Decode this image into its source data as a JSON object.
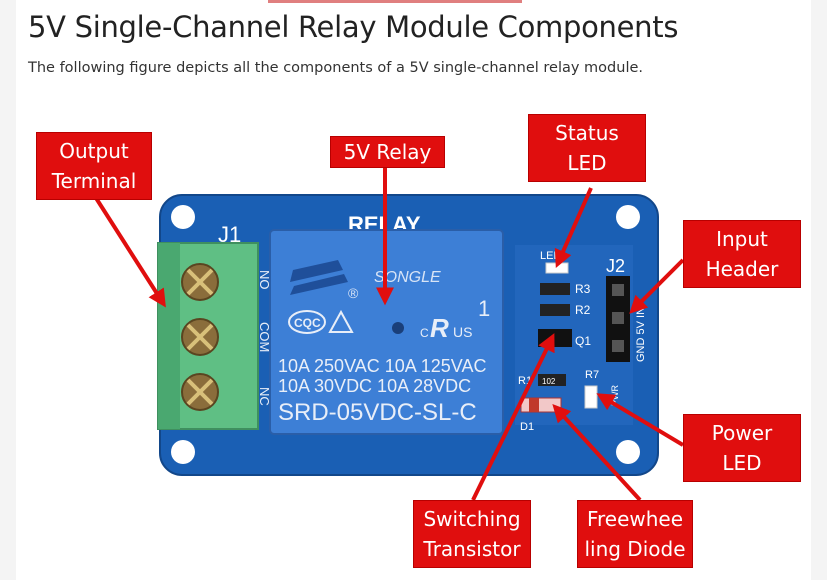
{
  "page": {
    "title": "5V Single-Channel Relay Module Components",
    "intro": "The following figure depicts all the components of a 5V single-channel relay module."
  },
  "figure": {
    "labels": {
      "output_terminal": [
        "Output",
        "Terminal"
      ],
      "relay": [
        "5V Relay"
      ],
      "status_led": [
        "Status",
        "LED"
      ],
      "input_header": [
        "Input",
        "Header"
      ],
      "power_led": [
        "Power",
        "LED"
      ],
      "switching_transistor": [
        "Switching",
        "Transistor"
      ],
      "freewheeling_diode": [
        "Freewhee",
        "ling Diode"
      ]
    },
    "board": {
      "relay_title": "RELAY",
      "j1": "J1",
      "j2": "J2",
      "terminals": [
        "NO",
        "COM",
        "NC"
      ],
      "relay_brand": "SONGLE",
      "relay_ratings": [
        "10A 250VAC  10A 125VAC",
        "10A  30VDC  10A  28VDC"
      ],
      "relay_model": "SRD-05VDC-SL-C",
      "cqc": "CQC",
      "us": "US",
      "c": "C",
      "one": "1",
      "header_pins": "GND 5V IN",
      "components": {
        "led": "LED",
        "r3": "R3",
        "r2": "R2",
        "q1": "Q1",
        "r1": "R1",
        "r7": "R7",
        "d1": "D1",
        "pwr": "PWR",
        "r_val": "102"
      }
    }
  },
  "colors": {
    "label_bg": "#e00e0e",
    "board": "#1a5fb4",
    "relay": "#3d7fd6",
    "terminal": "#5fbf84",
    "arrow": "#e00e0e"
  }
}
